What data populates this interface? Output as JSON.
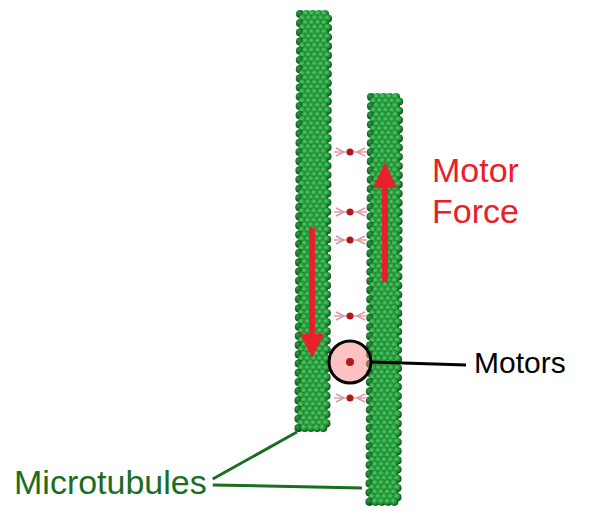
{
  "diagram": {
    "labels": [
      "Motor Force",
      "Motors",
      "Microtubules"
    ]
  }
}
